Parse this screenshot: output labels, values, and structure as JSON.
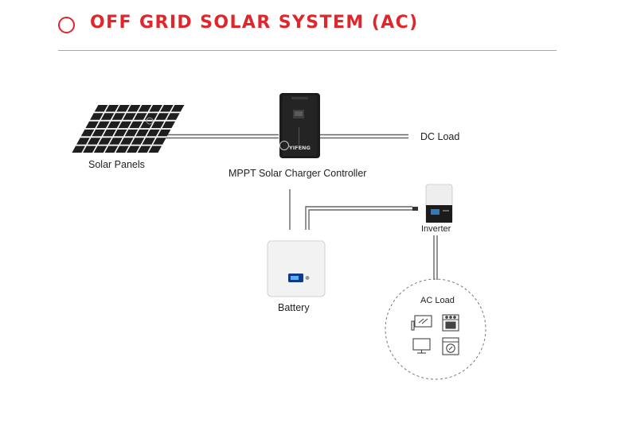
{
  "header": {
    "title": "OFF GRID SOLAR SYSTEM (AC)"
  },
  "labels": {
    "solar_panels": "Solar Panels",
    "controller": "MPPT Solar Charger Controller",
    "dc_load": "DC Load",
    "inverter": "Inverter",
    "battery": "Battery",
    "ac_load": "AC Load"
  },
  "device_text": {
    "controller_brand": "YIFENG"
  },
  "ac_load_icons": [
    "tv-icon",
    "oven-icon",
    "computer-monitor-icon",
    "washing-machine-icon"
  ],
  "colors": {
    "accent": "#e0262b",
    "wire": "#666666",
    "panel": "#1e1e1e",
    "device_dark": "#1c1c1c",
    "device_light": "#f2f2f2"
  }
}
